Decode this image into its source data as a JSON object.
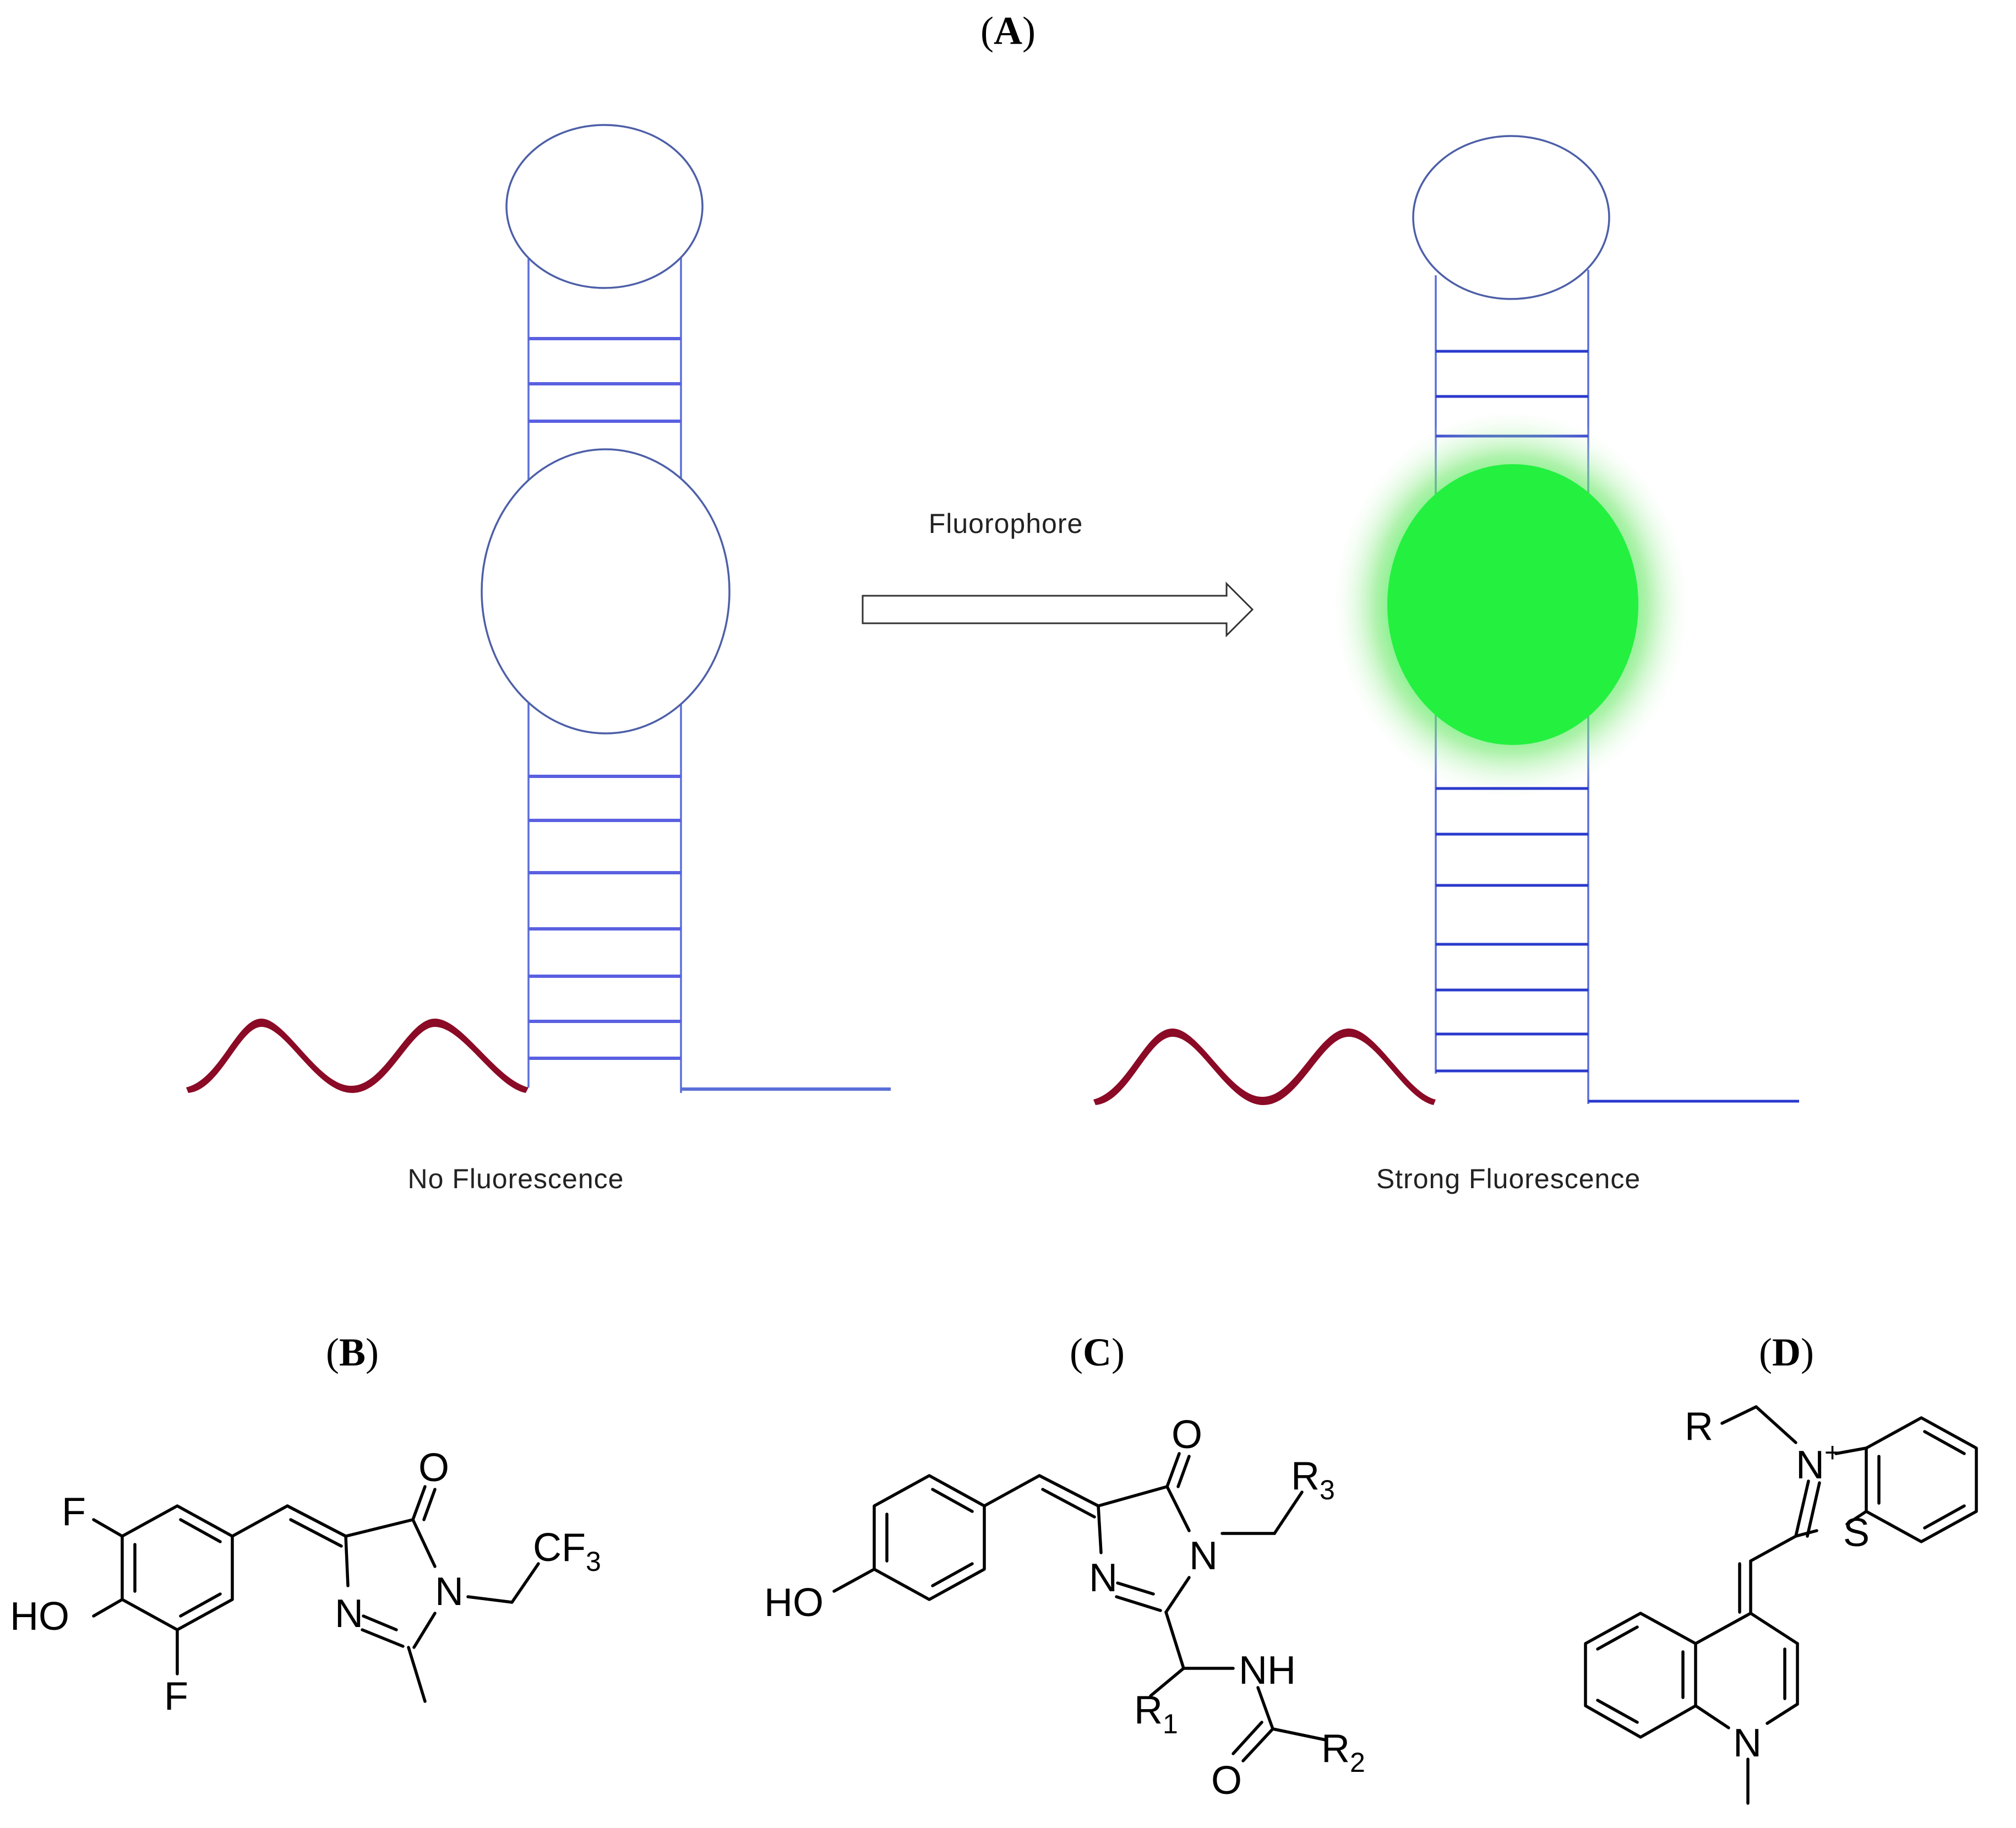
{
  "panels": {
    "a_label_letter": "A",
    "b_label_letter": "B",
    "c_label_letter": "C",
    "d_label_letter": "D"
  },
  "diagram_a": {
    "arrow_label": "Fluorophore",
    "left_caption": "No Fluorescence",
    "right_caption": "Strong Fluorescence",
    "colors": {
      "stem_rail": "#5a6fd6",
      "rungs_left": "#5a60e0",
      "rungs_right": "#2a3acc",
      "ribbon": "#8b0a26",
      "fluorophore_glow": "#22f040"
    }
  },
  "structure_b": {
    "atoms": {
      "f_top": "F",
      "f_bottom": "F",
      "ho": "HO",
      "carbonyl_o": "O",
      "ring_n1": "N",
      "ring_n2": "N",
      "cf_main": "CF",
      "cf_sub": "3"
    }
  },
  "structure_c": {
    "atoms": {
      "ho": "HO",
      "carbonyl_o": "O",
      "ring_n1": "N",
      "ring_n2": "N",
      "r3_main": "R",
      "r3_sub": "3",
      "r1_main": "R",
      "r1_sub": "1",
      "nh": "NH",
      "amide_o": "O",
      "r2_main": "R",
      "r2_sub": "2"
    }
  },
  "structure_d": {
    "atoms": {
      "r": "R",
      "n_plus_main": "N",
      "n_plus_charge": "+",
      "s": "S",
      "n_quinoline": "N"
    }
  }
}
